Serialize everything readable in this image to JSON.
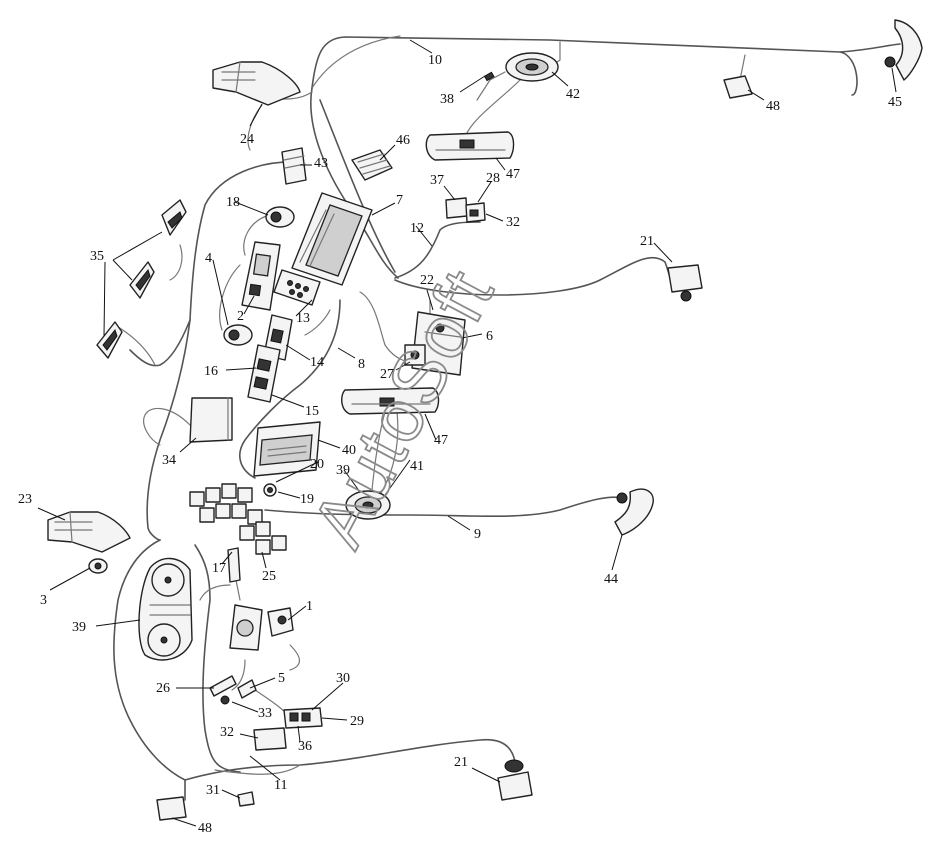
{
  "watermark": "AutoSoft",
  "labels": [
    {
      "id": "l1",
      "text": "1"
    },
    {
      "id": "l2",
      "text": "2"
    },
    {
      "id": "l3",
      "text": "3"
    },
    {
      "id": "l4",
      "text": "4"
    },
    {
      "id": "l5",
      "text": "5"
    },
    {
      "id": "l6",
      "text": "6"
    },
    {
      "id": "l7",
      "text": "7"
    },
    {
      "id": "l8",
      "text": "8"
    },
    {
      "id": "l9",
      "text": "9"
    },
    {
      "id": "l10",
      "text": "10"
    },
    {
      "id": "l11",
      "text": "11"
    },
    {
      "id": "l12",
      "text": "12"
    },
    {
      "id": "l13",
      "text": "13"
    },
    {
      "id": "l14",
      "text": "14"
    },
    {
      "id": "l15",
      "text": "15"
    },
    {
      "id": "l16",
      "text": "16"
    },
    {
      "id": "l17",
      "text": "17"
    },
    {
      "id": "l18",
      "text": "18"
    },
    {
      "id": "l19",
      "text": "19"
    },
    {
      "id": "l20",
      "text": "20"
    },
    {
      "id": "l21a",
      "text": "21"
    },
    {
      "id": "l21b",
      "text": "21"
    },
    {
      "id": "l22",
      "text": "22"
    },
    {
      "id": "l23",
      "text": "23"
    },
    {
      "id": "l24",
      "text": "24"
    },
    {
      "id": "l25",
      "text": "25"
    },
    {
      "id": "l26",
      "text": "26"
    },
    {
      "id": "l27",
      "text": "27"
    },
    {
      "id": "l28",
      "text": "28"
    },
    {
      "id": "l29",
      "text": "29"
    },
    {
      "id": "l30",
      "text": "30"
    },
    {
      "id": "l31",
      "text": "31"
    },
    {
      "id": "l32a",
      "text": "32"
    },
    {
      "id": "l32b",
      "text": "32"
    },
    {
      "id": "l33",
      "text": "33"
    },
    {
      "id": "l34",
      "text": "34"
    },
    {
      "id": "l35",
      "text": "35"
    },
    {
      "id": "l36",
      "text": "36"
    },
    {
      "id": "l37",
      "text": "37"
    },
    {
      "id": "l38",
      "text": "38"
    },
    {
      "id": "l39a",
      "text": "39"
    },
    {
      "id": "l39b",
      "text": "39"
    },
    {
      "id": "l40",
      "text": "40"
    },
    {
      "id": "l41",
      "text": "41"
    },
    {
      "id": "l42",
      "text": "42"
    },
    {
      "id": "l43",
      "text": "43"
    },
    {
      "id": "l44",
      "text": "44"
    },
    {
      "id": "l45",
      "text": "45"
    },
    {
      "id": "l46",
      "text": "46"
    },
    {
      "id": "l47a",
      "text": "47"
    },
    {
      "id": "l47b",
      "text": "47"
    },
    {
      "id": "l48a",
      "text": "48"
    },
    {
      "id": "l48b",
      "text": "48"
    }
  ]
}
